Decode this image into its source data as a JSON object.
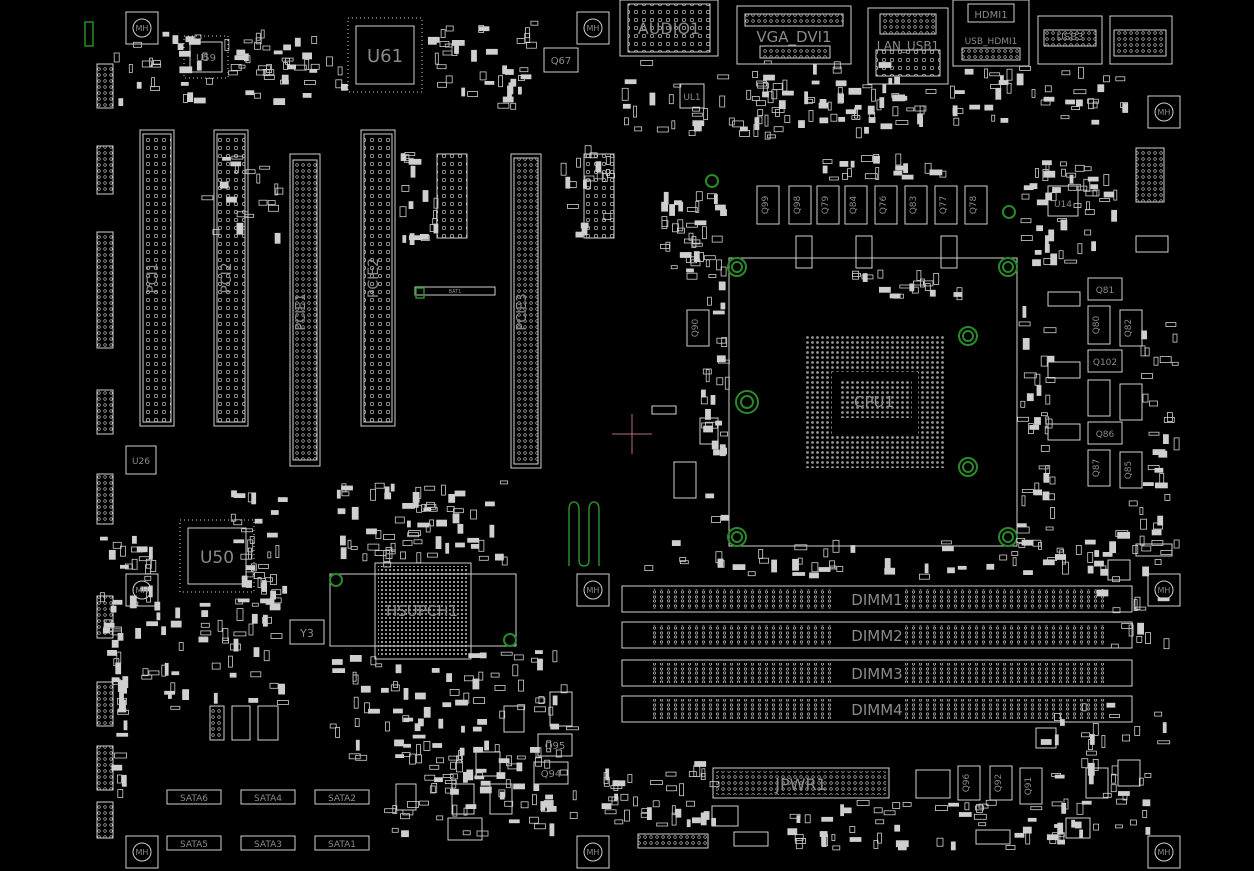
{
  "diagram": {
    "type": "pcb-boardview",
    "background_color": "#000000",
    "outline_color": "#cfcfcf",
    "label_color": "#8a8a8a",
    "via_color": "#2a8a2a",
    "cursor_color": "#b07070"
  },
  "labels": {
    "u61": "U61",
    "u59": "U59",
    "u50": "U50",
    "u26": "U26",
    "ul1": "UL1",
    "u14": "U14",
    "audio": "AUDIO1",
    "vga_dvi": "VGA_DVI1",
    "lan_usb": "LAN_USB1",
    "hdmi": "HDMI1",
    "usb_hdmi": "USB_HDMI1",
    "usb3": "USB3",
    "q67": "Q67",
    "q90": "Q90",
    "q95": "Q95",
    "q94": "Q94",
    "q96": "Q96",
    "q92": "Q92",
    "q91": "Q91",
    "q81": "Q81",
    "q80": "Q80",
    "q82": "Q82",
    "q102": "Q102",
    "q86": "Q86",
    "q87": "Q87",
    "q85": "Q85",
    "y3": "Y3",
    "cpu": "CPU1",
    "pch": "HSUPCH1",
    "pwr": "JPWR1",
    "bat": "BAT1",
    "dimm1": "DIMM1",
    "dimm2": "DIMM2",
    "dimm3": "DIMM3",
    "dimm4": "DIMM4",
    "sata6": "SATA6",
    "sata4": "SATA4",
    "sata2": "SATA2",
    "sata5": "SATA5",
    "sata3": "SATA3",
    "sata1": "SATA1",
    "pci1": "PCI1",
    "pci2": "PCI2",
    "pcie1": "PCIE1",
    "pcie2": "PCIE2",
    "pcie3": "PCIE3",
    "mh": "MH",
    "q_vrm": [
      "Q99",
      "Q98",
      "Q79",
      "Q84",
      "Q76",
      "Q83",
      "Q77",
      "Q78"
    ]
  }
}
